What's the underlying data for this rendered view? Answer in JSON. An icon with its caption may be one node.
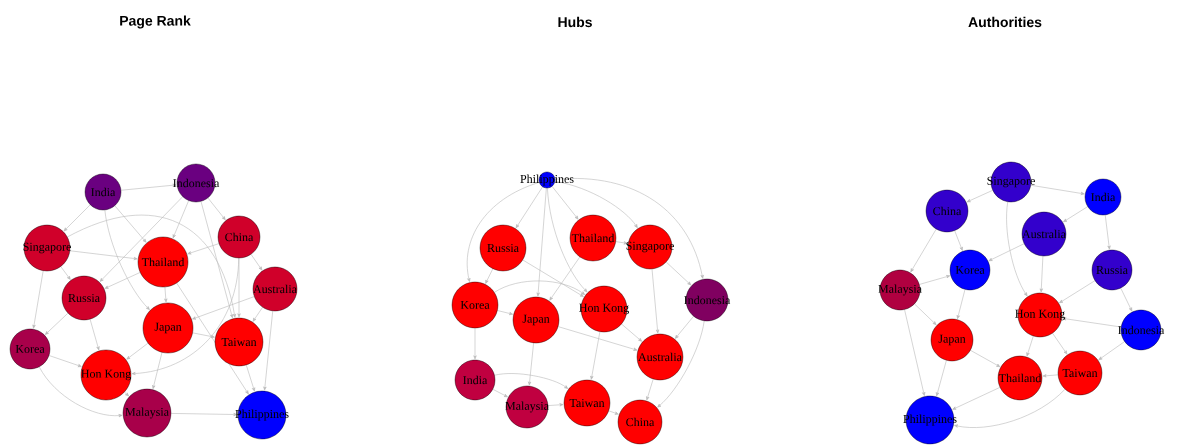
{
  "diagram": {
    "nodes": [
      {
        "text": [
          "India"
        ]
      },
      {
        "text": [
          "Indonesia"
        ]
      },
      {
        "text": [
          "China"
        ]
      },
      {
        "text": [
          "Singapore"
        ]
      },
      {
        "text": [
          "Thailand"
        ]
      },
      {
        "text": [
          "Australia"
        ]
      },
      {
        "text": [
          "Russia"
        ]
      },
      {
        "text": [
          "Japan"
        ]
      },
      {
        "text": [
          "Taiwan"
        ]
      },
      {
        "text": [
          "Korea"
        ]
      },
      {
        "text": [
          "Hon Kong"
        ]
      },
      {
        "text": [
          "Malaysia"
        ]
      },
      {
        "text": [
          "Philippines"
        ]
      },
      {
        "text": [
          "Philippines"
        ]
      },
      {
        "text": [
          "Thailand"
        ]
      },
      {
        "text": [
          "Russia"
        ]
      },
      {
        "text": [
          "Singapore"
        ]
      },
      {
        "text": [
          "Korea"
        ]
      },
      {
        "text": [
          "Hon Kong"
        ]
      },
      {
        "text": [
          "Japan"
        ]
      },
      {
        "text": [
          "Indonesia"
        ]
      },
      {
        "text": [
          "Australia"
        ]
      },
      {
        "text": [
          "India"
        ]
      },
      {
        "text": [
          "Taiwan"
        ]
      },
      {
        "text": [
          "Malaysia"
        ]
      },
      {
        "text": [
          "China"
        ]
      },
      {
        "text": [
          "Singapore"
        ]
      },
      {
        "text": [
          "India"
        ]
      },
      {
        "text": [
          "China"
        ]
      },
      {
        "text": [
          "Australia"
        ]
      },
      {
        "text": [
          "Korea"
        ]
      },
      {
        "text": [
          "Russia"
        ]
      },
      {
        "text": [
          "Malaysia"
        ]
      },
      {
        "text": [
          "Hon Kong"
        ]
      },
      {
        "text": [
          "Japan"
        ]
      },
      {
        "text": [
          "Indonesia"
        ]
      },
      {
        "text": [
          "Taiwan"
        ]
      },
      {
        "text": [
          "Thailand"
        ]
      },
      {
        "text": [
          "Philippines"
        ]
      }
    ],
    "edges": [
      {
        "from": 0,
        "to": 1,
        "arrow": "to"
      },
      {
        "from": 0,
        "to": 3,
        "arrow": "to"
      },
      {
        "from": 0,
        "to": 4,
        "arrow": "to"
      },
      {
        "from": 0,
        "to": 7,
        "arrow": "to"
      },
      {
        "from": 1,
        "to": 2,
        "arrow": "to"
      },
      {
        "from": 1,
        "to": 4,
        "arrow": "to"
      },
      {
        "from": 1,
        "to": 6,
        "arrow": "to"
      },
      {
        "from": 1,
        "to": 8,
        "arrow": "to"
      },
      {
        "from": 2,
        "to": 4,
        "arrow": "to"
      },
      {
        "from": 2,
        "to": 5,
        "arrow": "to"
      },
      {
        "from": 2,
        "to": 8,
        "arrow": "to"
      },
      {
        "from": 2,
        "to": 10,
        "arrow": "to"
      },
      {
        "from": 3,
        "to": 4,
        "arrow": "to"
      },
      {
        "from": 3,
        "to": 6,
        "arrow": "to"
      },
      {
        "from": 3,
        "to": 9,
        "arrow": "to"
      },
      {
        "from": 3,
        "to": 8,
        "arrow": "to"
      },
      {
        "from": 4,
        "to": 7,
        "arrow": "to"
      },
      {
        "from": 4,
        "to": 6,
        "arrow": "to"
      },
      {
        "from": 4,
        "to": 12,
        "arrow": "to"
      },
      {
        "from": 5,
        "to": 8,
        "arrow": "to"
      },
      {
        "from": 5,
        "to": 12,
        "arrow": "to"
      },
      {
        "from": 5,
        "to": 7,
        "arrow": "to"
      },
      {
        "from": 6,
        "to": 9,
        "arrow": "to"
      },
      {
        "from": 6,
        "to": 10,
        "arrow": "to"
      },
      {
        "from": 7,
        "to": 8,
        "arrow": "to"
      },
      {
        "from": 7,
        "to": 10,
        "arrow": "to"
      },
      {
        "from": 7,
        "to": 11,
        "arrow": "to"
      },
      {
        "from": 8,
        "to": 12,
        "arrow": "to"
      },
      {
        "from": 9,
        "to": 10,
        "arrow": "to"
      },
      {
        "from": 9,
        "to": 11,
        "arrow": "to"
      },
      {
        "from": 10,
        "to": 11,
        "arrow": "to"
      },
      {
        "from": 11,
        "to": 12,
        "arrow": "to"
      },
      {
        "from": 13,
        "to": 14,
        "arrow": "to"
      },
      {
        "from": 13,
        "to": 15,
        "arrow": "to"
      },
      {
        "from": 13,
        "to": 16,
        "arrow": "to"
      },
      {
        "from": 13,
        "to": 18,
        "arrow": "to"
      },
      {
        "from": 13,
        "to": 19,
        "arrow": "to"
      },
      {
        "from": 13,
        "to": 20,
        "arrow": "to"
      },
      {
        "from": 13,
        "to": 17,
        "arrow": "to"
      },
      {
        "from": 14,
        "to": 16,
        "arrow": "to"
      },
      {
        "from": 14,
        "to": 19,
        "arrow": "to"
      },
      {
        "from": 15,
        "to": 17,
        "arrow": "to"
      },
      {
        "from": 15,
        "to": 18,
        "arrow": "to"
      },
      {
        "from": 16,
        "to": 20,
        "arrow": "to"
      },
      {
        "from": 16,
        "to": 21,
        "arrow": "to"
      },
      {
        "from": 17,
        "to": 19,
        "arrow": "to"
      },
      {
        "from": 17,
        "to": 22,
        "arrow": "to"
      },
      {
        "from": 18,
        "to": 21,
        "arrow": "to"
      },
      {
        "from": 18,
        "to": 23,
        "arrow": "to"
      },
      {
        "from": 19,
        "to": 24,
        "arrow": "to"
      },
      {
        "from": 19,
        "to": 21,
        "arrow": "to"
      },
      {
        "from": 20,
        "to": 21,
        "arrow": "to"
      },
      {
        "from": 20,
        "to": 25,
        "arrow": "to"
      },
      {
        "from": 21,
        "to": 25,
        "arrow": "to"
      },
      {
        "from": 22,
        "to": 24,
        "arrow": "to"
      },
      {
        "from": 22,
        "to": 23,
        "arrow": "to"
      },
      {
        "from": 23,
        "to": 25,
        "arrow": "to"
      },
      {
        "from": 24,
        "to": 23,
        "arrow": "to"
      },
      {
        "from": 17,
        "to": 18,
        "arrow": "to"
      },
      {
        "from": 26,
        "to": 27,
        "arrow": "to"
      },
      {
        "from": 26,
        "to": 28,
        "arrow": "to"
      },
      {
        "from": 26,
        "to": 33,
        "arrow": "to"
      },
      {
        "from": 27,
        "to": 29,
        "arrow": "to"
      },
      {
        "from": 27,
        "to": 31,
        "arrow": "to"
      },
      {
        "from": 28,
        "to": 30,
        "arrow": "to"
      },
      {
        "from": 28,
        "to": 32,
        "arrow": "to"
      },
      {
        "from": 29,
        "to": 30,
        "arrow": "to"
      },
      {
        "from": 29,
        "to": 33,
        "arrow": "to"
      },
      {
        "from": 30,
        "to": 34,
        "arrow": "to"
      },
      {
        "from": 31,
        "to": 35,
        "arrow": "to"
      },
      {
        "from": 31,
        "to": 33,
        "arrow": "to"
      },
      {
        "from": 32,
        "to": 34,
        "arrow": "to"
      },
      {
        "from": 32,
        "to": 38,
        "arrow": "to"
      },
      {
        "from": 32,
        "to": 30,
        "arrow": "to"
      },
      {
        "from": 33,
        "to": 36,
        "arrow": "to"
      },
      {
        "from": 33,
        "to": 37,
        "arrow": "to"
      },
      {
        "from": 34,
        "to": 38,
        "arrow": "to"
      },
      {
        "from": 34,
        "to": 37,
        "arrow": "to"
      },
      {
        "from": 35,
        "to": 36,
        "arrow": "to"
      },
      {
        "from": 36,
        "to": 37,
        "arrow": "to"
      },
      {
        "from": 37,
        "to": 38,
        "arrow": "to"
      },
      {
        "from": 36,
        "to": 38,
        "arrow": "to"
      },
      {
        "from": 35,
        "to": 33,
        "arrow": "to"
      }
    ],
    "labels": [
      "Page Rank",
      "Hubs",
      "Authorities"
    ]
  }
}
